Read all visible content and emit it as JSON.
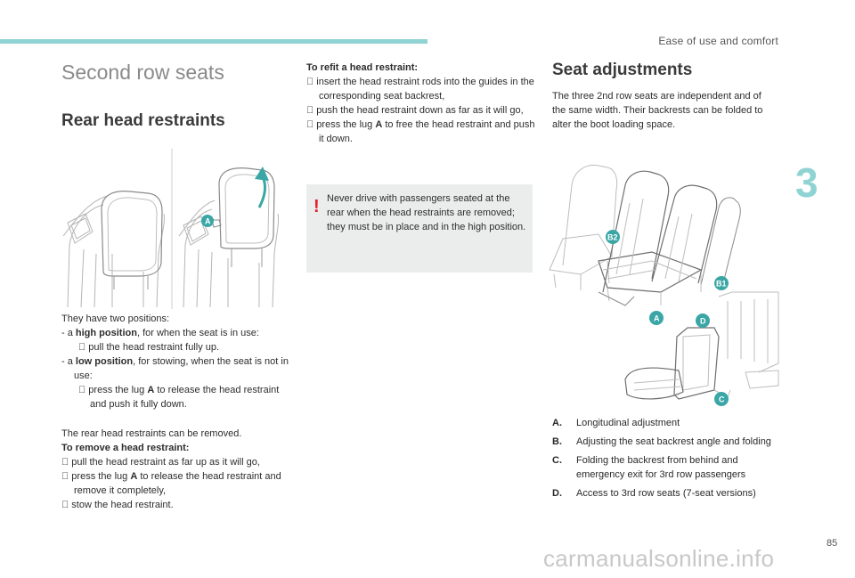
{
  "header": {
    "section": "Ease of use and comfort",
    "chapter": "3",
    "page": "85"
  },
  "watermark": "carmanualsonline.info",
  "colors": {
    "accent": "#8fd3d2",
    "badge": "#3aa6a6",
    "warning": "#e3202a",
    "box": "#ebeded"
  },
  "col1": {
    "title": "Second row seats",
    "subtitle": "Rear head restraints",
    "positions_intro": "They have two positions:",
    "pos_high_pre": "- a ",
    "pos_high_bold": "high position",
    "pos_high_post": ", for when the seat is in use:",
    "pos_high_step": " pull the head restraint fully up.",
    "pos_low_pre": "- a ",
    "pos_low_bold": "low position",
    "pos_low_post": ", for stowing, when the seat is not in use:",
    "pos_low_step_pre": " press the lug ",
    "pos_low_step_bold": "A",
    "pos_low_step_post": " to release the head restraint and push it fully down.",
    "removable": "The rear head restraints can be removed.",
    "remove_heading": "To remove a head restraint:",
    "remove_1": " pull the head restraint as far up as it will go,",
    "remove_2_pre": " press the lug ",
    "remove_2_bold": "A",
    "remove_2_post": " to release the head restraint and remove it completely,",
    "remove_3": " stow the head restraint.",
    "bullet": "",
    "label_a": "A"
  },
  "col2": {
    "refit_heading": "To refit a head restraint:",
    "refit_1": " insert the head restraint rods into the guides in the corresponding seat backrest,",
    "refit_2": " push the head restraint down as far as it will go,",
    "refit_3_pre": " press the lug ",
    "refit_3_bold": "A",
    "refit_3_post": " to free the head restraint and push it down.",
    "warning": "Never drive with passengers seated at the rear when the head restraints are removed; they must be in place and in the high position.",
    "warning_mark": "!"
  },
  "col3": {
    "title": "Seat adjustments",
    "intro": "The three 2nd row seats are independent and of the same width. Their backrests can be folded to alter the boot loading space.",
    "badges": {
      "a": "A",
      "b1": "B1",
      "b2": "B2",
      "c": "C",
      "d": "D"
    },
    "legend": [
      {
        "key": "A.",
        "text": "Longitudinal adjustment"
      },
      {
        "key": "B.",
        "text": "Adjusting the seat backrest angle and folding"
      },
      {
        "key": "C.",
        "text": "Folding the backrest from behind and emergency exit for 3rd row passengers"
      },
      {
        "key": "D.",
        "text": "Access to 3rd row seats (7-seat versions)"
      }
    ]
  }
}
